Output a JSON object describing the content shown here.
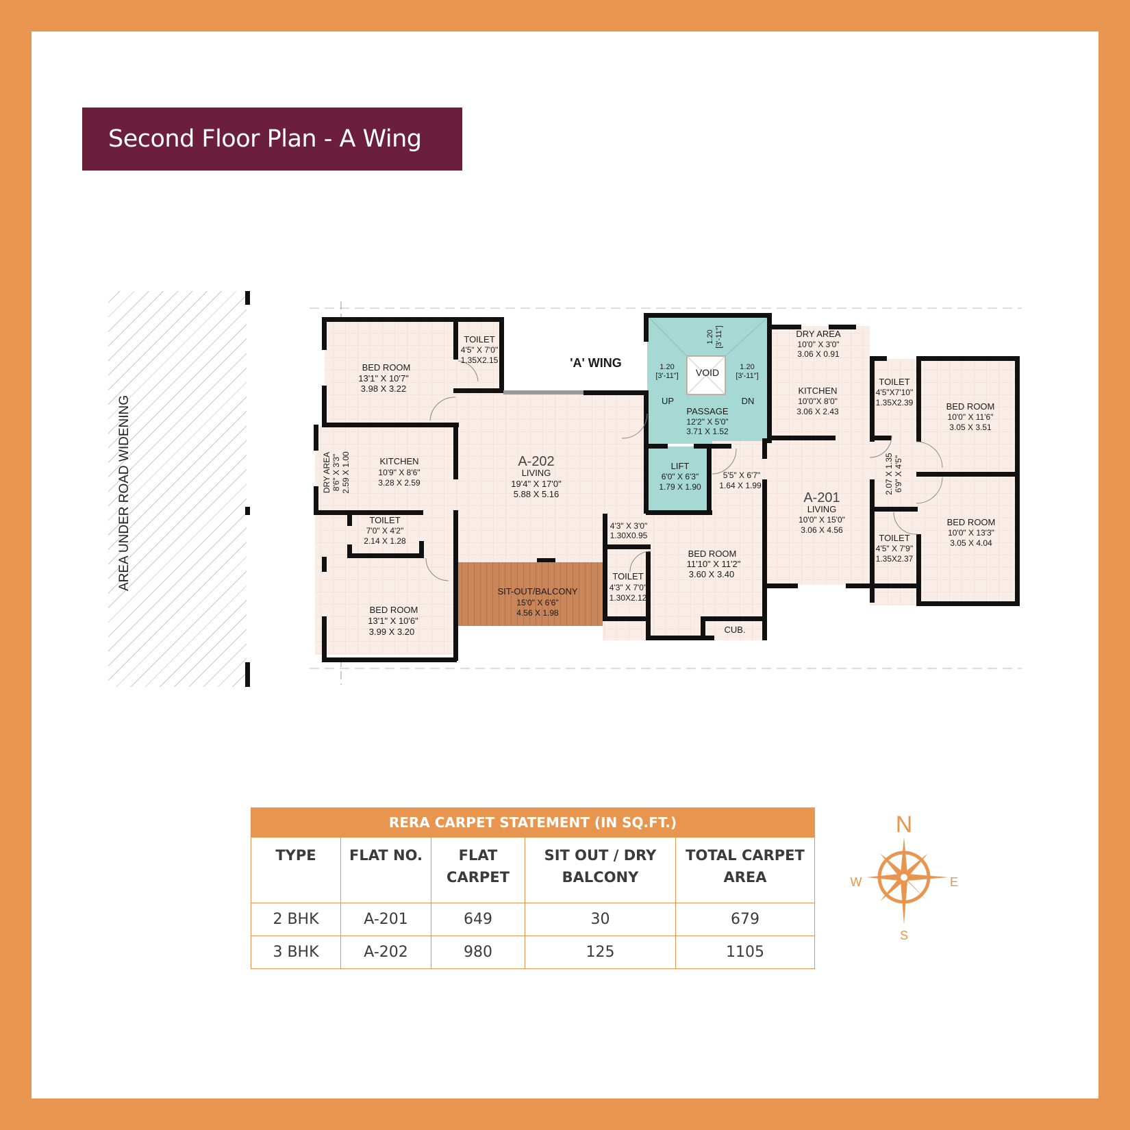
{
  "title": "Second Floor Plan - A Wing",
  "road_label": "AREA UNDER ROAD WIDENING",
  "wing_label": "'A'  WING",
  "colors": {
    "frame": "#e8954f",
    "title_bg": "#6c1f3b",
    "room_fill": "#f8ede7",
    "common_fill": "#a6d9d4",
    "balcony_fill": "#c8865a",
    "wall": "#111111"
  },
  "flats": {
    "a202": {
      "flat_no": "A-202",
      "rooms": {
        "bed_top": {
          "name": "BED ROOM",
          "ft": "13'1\" X 10'7\"",
          "m": "3.98 X 3.22"
        },
        "toilet_top": {
          "name": "TOILET",
          "ft": "4'5\" X 7'0\"",
          "m": "1.35X2.15"
        },
        "dry": {
          "name": "DRY AREA",
          "ft": "8'6\" X 3'3\"",
          "m": "2.59 X 1.00"
        },
        "kitchen": {
          "name": "KITCHEN",
          "ft": "10'9\" X 8'6\"",
          "m": "3.28 X 2.59"
        },
        "toilet_mid": {
          "name": "TOILET",
          "ft": "7'0\" X 4'2\"",
          "m": "2.14 X 1.28"
        },
        "bed_bottom": {
          "name": "BED ROOM",
          "ft": "13'1\" X 10'6\"",
          "m": "3.99 X 3.20"
        },
        "living": {
          "name": "LIVING",
          "ft": "19'4\" X 17'0\"",
          "m": "5.88 X 5.16"
        },
        "balcony": {
          "name": "SIT-OUT/BALCONY",
          "ft": "15'0\" X 6'6\"",
          "m": "4.56 X 1.98"
        },
        "passage_small": {
          "ft": "4'3\" X 3'0\"",
          "m": "1.30X0.95"
        },
        "toilet_bottom": {
          "name": "TOILET",
          "ft": "4'3\" X 7'0\"",
          "m": "1.30X2.12"
        },
        "bed_master": {
          "name": "BED ROOM",
          "ft": "11'10\" X 11'2\"",
          "m": "3.60 X 3.40"
        },
        "cub": {
          "name": "CUB."
        }
      }
    },
    "a201": {
      "flat_no": "A-201",
      "rooms": {
        "dry": {
          "name": "DRY AREA",
          "ft": "10'0\" X 3'0\"",
          "m": "3.06 X 0.91"
        },
        "kitchen": {
          "name": "KITCHEN",
          "ft": "10'0\"X 8'0\"",
          "m": "3.06 X 2.43"
        },
        "foyer": {
          "ft": "5'5\" X 6'7\"",
          "m": "1.64 X 1.99"
        },
        "living": {
          "name": "LIVING",
          "ft": "10'0\" X 15'0\"",
          "m": "3.06 X 4.56"
        },
        "toilet_top": {
          "name": "TOILET",
          "ft": "4'5\"X7'10\"",
          "m": "1.35X2.39"
        },
        "bed_top": {
          "name": "BED ROOM",
          "ft": "10'0\" X 11'6\"",
          "m": "3.05 X 3.51"
        },
        "passage": {
          "m": "2.07 X 1.35",
          "ft": "6'9\" X 4'5\""
        },
        "toilet_bottom": {
          "name": "TOILET",
          "ft": "4'5\" X 7'9\"",
          "m": "1.35X2.37"
        },
        "bed_bottom": {
          "name": "BED ROOM",
          "ft": "10'0\" X 13'3\"",
          "m": "3.05 X 4.04"
        }
      }
    }
  },
  "common": {
    "void": "VOID",
    "stair_dim_m": "1.20",
    "stair_dim_ft": "[3'-11\"]",
    "up": "UP",
    "dn": "DN",
    "passage": {
      "name": "PASSAGE",
      "ft": "12'2\" X 5'0\"",
      "m": "3.71 X 1.52"
    },
    "lift": {
      "name": "LIFT",
      "ft": "6'0\" X 6'3\"",
      "m": "1.79 X 1.90"
    }
  },
  "rera_table": {
    "title": "RERA CARPET STATEMENT (IN SQ.FT.)",
    "columns": [
      "TYPE",
      "FLAT NO.",
      "FLAT CARPET",
      "SIT OUT / DRY BALCONY",
      "TOTAL CARPET AREA"
    ],
    "columns_l1": [
      "TYPE",
      "FLAT NO.",
      "FLAT",
      "SIT OUT / DRY",
      "TOTAL CARPET"
    ],
    "columns_l2": [
      "",
      "",
      "CARPET",
      "BALCONY",
      "AREA"
    ],
    "rows": [
      {
        "type": "2 BHK",
        "flat_no": "A-201",
        "flat_carpet": "649",
        "sit_out": "30",
        "total": "679"
      },
      {
        "type": "3 BHK",
        "flat_no": "A-202",
        "flat_carpet": "980",
        "sit_out": "125",
        "total": "1105"
      }
    ]
  },
  "compass": {
    "n": "N",
    "s": "S",
    "e": "E",
    "w": "W"
  }
}
